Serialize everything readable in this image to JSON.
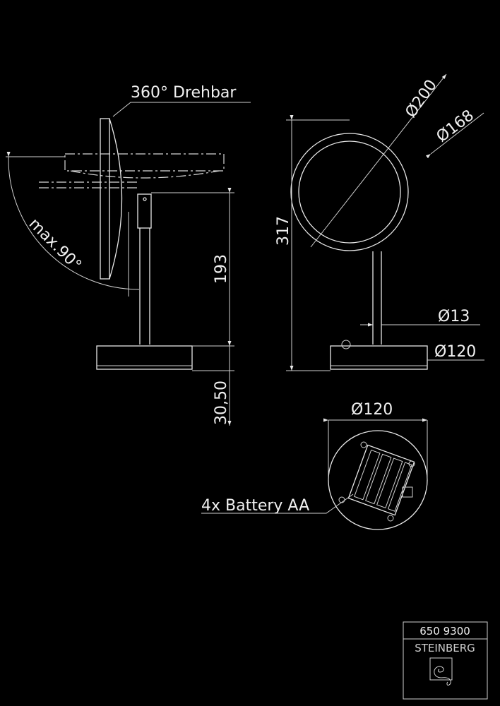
{
  "labels": {
    "rotation": "360° Drehbar",
    "tilt": "max.90°",
    "height_stem": "193",
    "height_base": "30,50",
    "total_height": "317",
    "dia_outer": "Ø200",
    "dia_inner": "Ø168",
    "dia_stem": "Ø13",
    "dia_base": "Ø120",
    "dia_base_bottom": "Ø120",
    "battery": "4x Battery AA"
  },
  "title_block": {
    "article_number": "650 9300",
    "brand": "STEINBERG"
  }
}
